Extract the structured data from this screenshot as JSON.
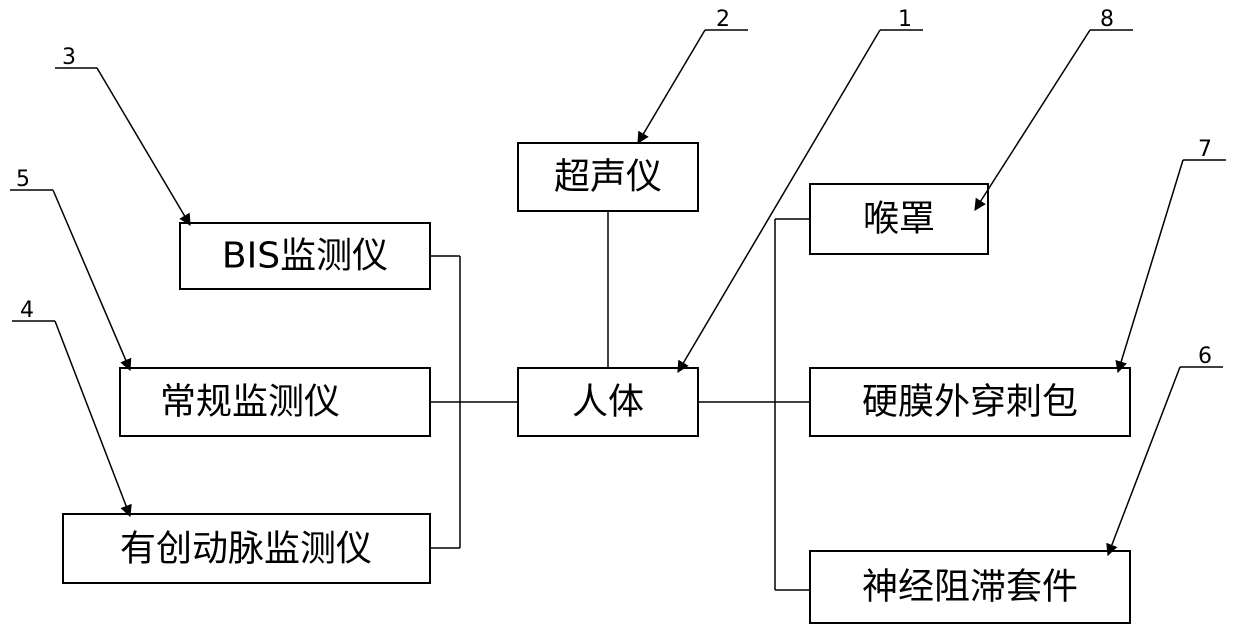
{
  "nodes": {
    "body": {
      "label": "人体",
      "ref": "1"
    },
    "ultrasound": {
      "label": "超声仪",
      "ref": "2"
    },
    "bis": {
      "label": "BIS监测仪",
      "ref": "3"
    },
    "invasive_arterial": {
      "label": "有创动脉监测仪",
      "ref": "4"
    },
    "routine_monitor": {
      "label": "常规监测仪",
      "ref": "5"
    },
    "nerve_block_kit": {
      "label": "神经阻滞套件",
      "ref": "6"
    },
    "epidural_kit": {
      "label": "硬膜外穿刺包",
      "ref": "7"
    },
    "laryngeal_mask": {
      "label": "喉罩",
      "ref": "8"
    }
  }
}
